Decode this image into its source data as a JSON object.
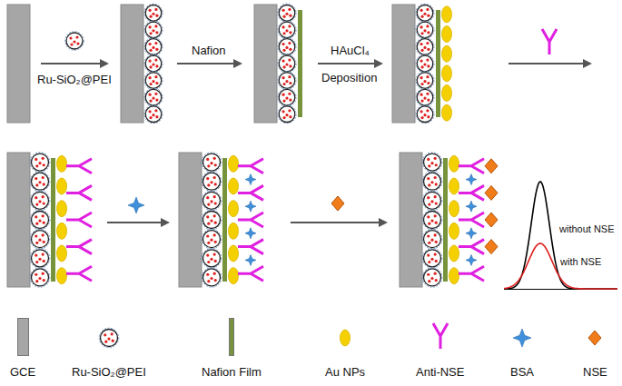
{
  "diagram": {
    "labels": [
      "Ru-SiO₂@PEI",
      "Nafion",
      "HAuCl₄",
      "Deposition",
      "without NSE",
      "with NSE"
    ],
    "legend": [
      {
        "text": "GCE",
        "color": "#a6a6a6"
      },
      {
        "text": "Ru-SiO₂@PEI"
      },
      {
        "text": "Nafion Film",
        "color": "#77933c"
      },
      {
        "text": "Au NPs"
      },
      {
        "text": "Anti-NSE"
      },
      {
        "text": "BSA"
      },
      {
        "text": "NSE"
      }
    ]
  }
}
